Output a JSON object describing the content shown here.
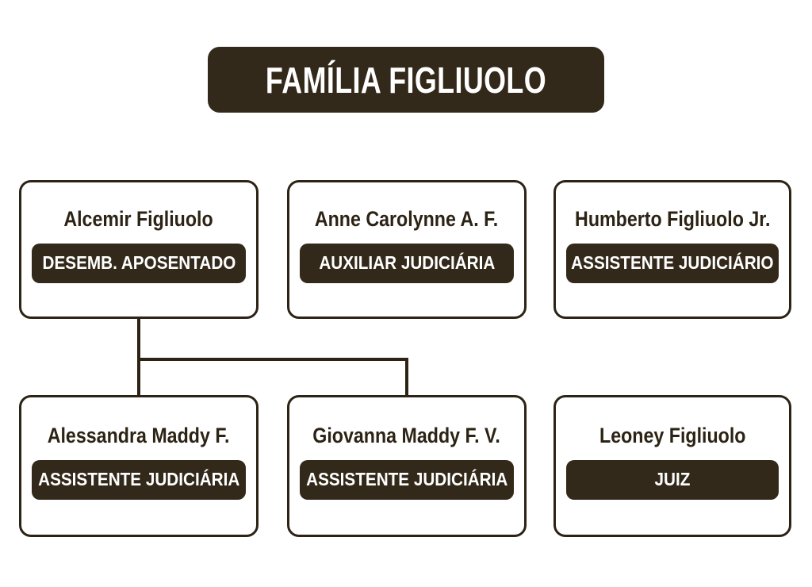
{
  "title": "FAMÍLIA FIGLIUOLO",
  "colors": {
    "brown": "#33291a",
    "line": "#2c2315",
    "background": "#ffffff",
    "text_on_brown": "#ffffff"
  },
  "members": [
    {
      "name": "Alcemir Figliuolo",
      "role": "DESEMB. APOSENTADO"
    },
    {
      "name": "Anne Carolynne A. F.",
      "role": "AUXILIAR JUDICIÁRIA"
    },
    {
      "name": "Humberto Figliuolo Jr.",
      "role": "ASSISTENTE JUDICIÁRIO"
    },
    {
      "name": "Alessandra Maddy F.",
      "role": "ASSISTENTE JUDICIÁRIA"
    },
    {
      "name": "Giovanna Maddy F. V.",
      "role": "ASSISTENTE JUDICIÁRIA"
    },
    {
      "name": "Leoney Figliuolo",
      "role": "JUIZ"
    }
  ],
  "connections": [
    {
      "from": "Alcemir Figliuolo",
      "to": "Alessandra Maddy F."
    },
    {
      "from": "Alcemir Figliuolo",
      "to": "Giovanna Maddy F. V."
    }
  ]
}
